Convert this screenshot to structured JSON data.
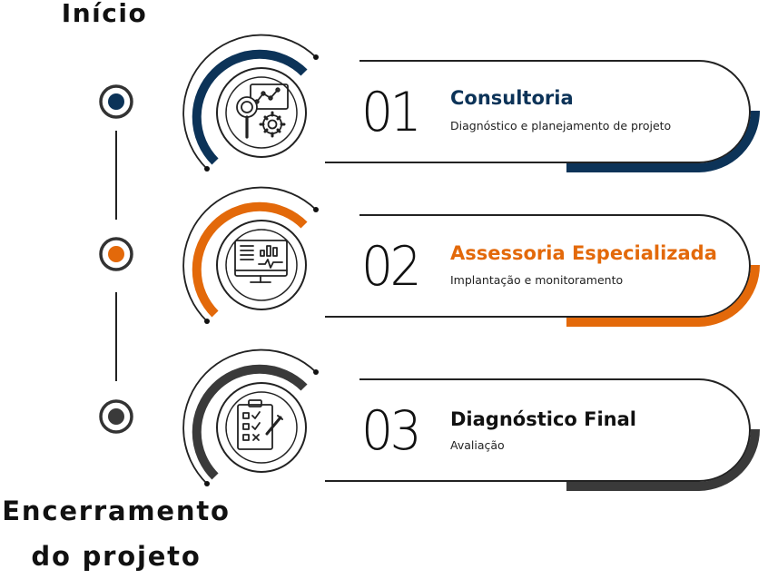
{
  "labels": {
    "start": "Início",
    "end_line1": "Encerramento",
    "end_line2": "do projeto"
  },
  "colors": {
    "navy": "#0c3358",
    "orange": "#e3690a",
    "dark_gray": "#3a3a3a",
    "line": "#222222"
  },
  "steps": [
    {
      "number": "01",
      "title": "Consultoria",
      "description": "Diagnóstico e planejamento de projeto",
      "icon": "analytics-magnifier-gear-icon",
      "color": "#0c3358"
    },
    {
      "number": "02",
      "title": "Assessoria Especializada",
      "description": "Implantação e monitoramento",
      "icon": "monitor-dashboard-icon",
      "color": "#e3690a"
    },
    {
      "number": "03",
      "title": "Diagnóstico Final",
      "description": "Avaliação",
      "icon": "clipboard-checklist-icon",
      "color": "#3a3a3a"
    }
  ]
}
